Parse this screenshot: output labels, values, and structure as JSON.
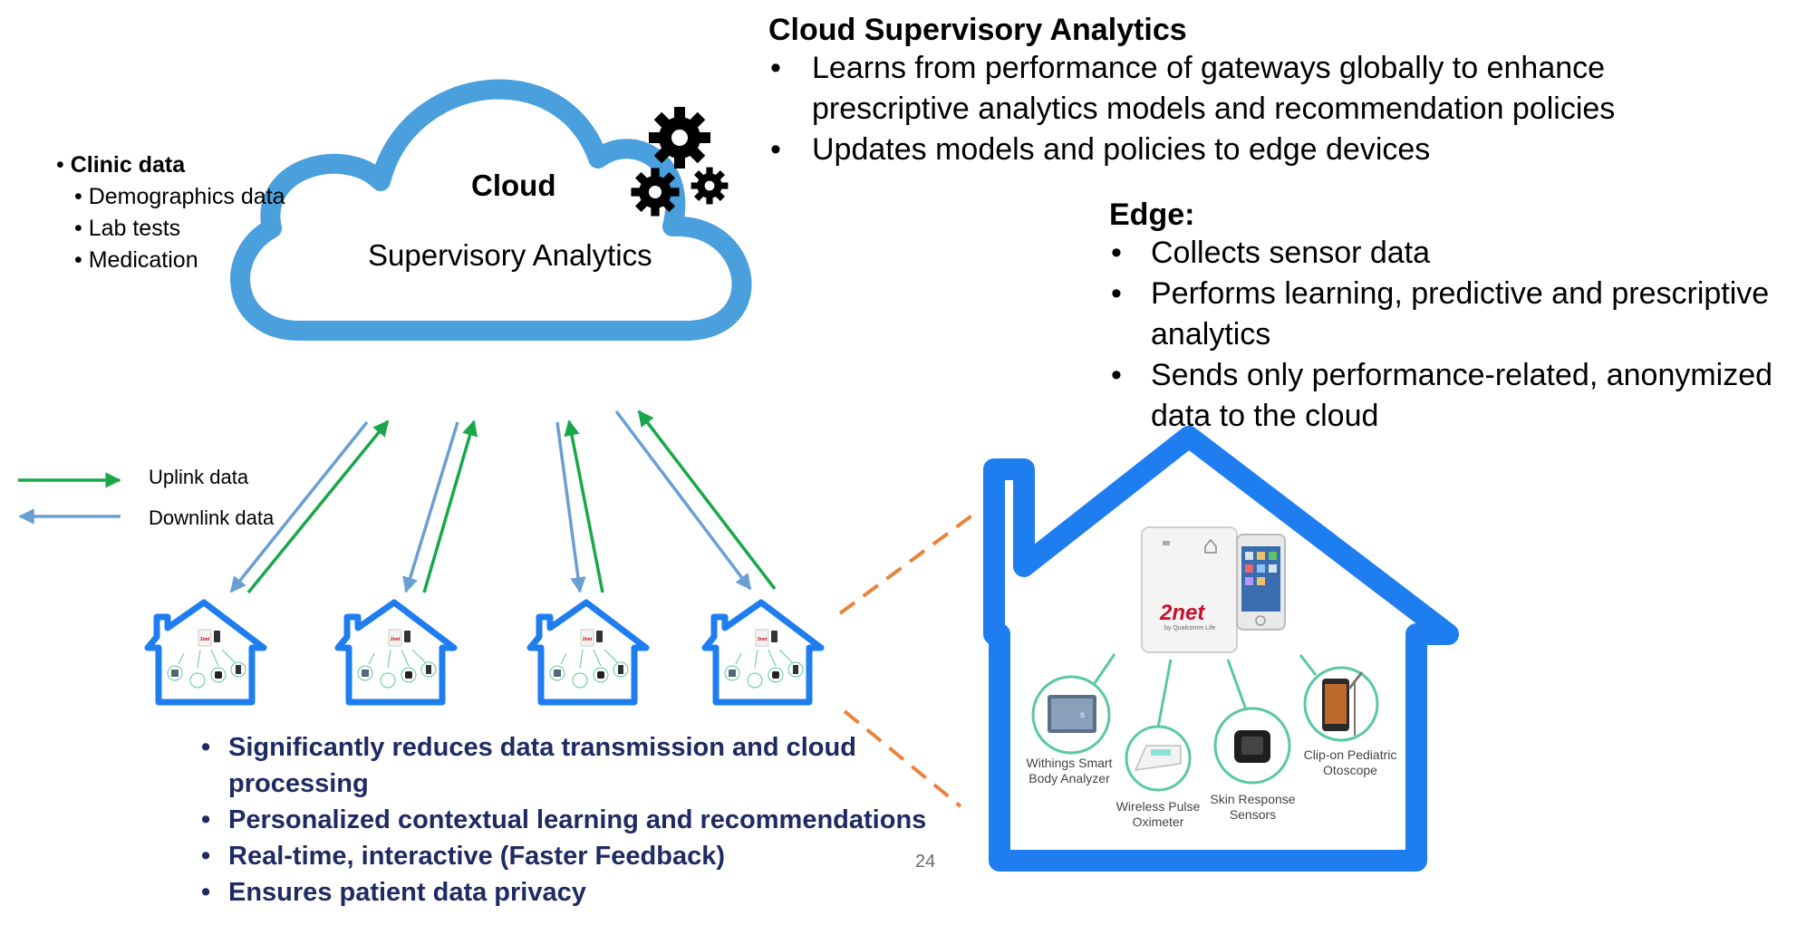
{
  "cloud": {
    "title": "Cloud",
    "subtitle": "Supervisory Analytics"
  },
  "clinic": {
    "title": "Clinic data",
    "items": [
      "Demographics data",
      "Lab tests",
      "Medication"
    ]
  },
  "cloud_panel": {
    "heading": "Cloud Supervisory Analytics",
    "bullets": [
      "Learns from performance of gateways globally to enhance prescriptive analytics models and recommendation policies",
      "Updates models and policies to edge devices"
    ]
  },
  "edge_panel": {
    "heading": "Edge:",
    "bullets": [
      "Collects sensor data",
      "Performs learning, predictive and prescriptive analytics",
      "Sends only performance-related, anonymized data to the cloud"
    ]
  },
  "legend": {
    "uplink": "Uplink data",
    "downlink": "Downlink data",
    "uplink_color": "#1aa64a",
    "downlink_color": "#6a9fd4"
  },
  "benefits": [
    "Significantly reduces data transmission and cloud processing",
    "Personalized contextual learning and recommendations",
    "Real-time, interactive (Faster Feedback)",
    "Ensures patient data privacy"
  ],
  "gateway": {
    "brand": "2net",
    "brand_sub": "by Qualcomm Life"
  },
  "devices": [
    {
      "label": "Withings Smart Body Analyzer",
      "icon": "scale-icon"
    },
    {
      "label": "Wireless Pulse Oximeter",
      "icon": "pulse-oximeter-icon"
    },
    {
      "label": "Skin Response Sensors",
      "icon": "wristband-icon"
    },
    {
      "label": "Clip-on Pediatric Otoscope",
      "icon": "otoscope-icon"
    }
  ],
  "page_number": "24",
  "colors": {
    "cloud_outline": "#4a9fdd",
    "house_outline": "#1e7ef0",
    "benefit_text": "#1f2a63",
    "connector": "#5ac8a0",
    "zoom_dash": "#e8843c"
  }
}
